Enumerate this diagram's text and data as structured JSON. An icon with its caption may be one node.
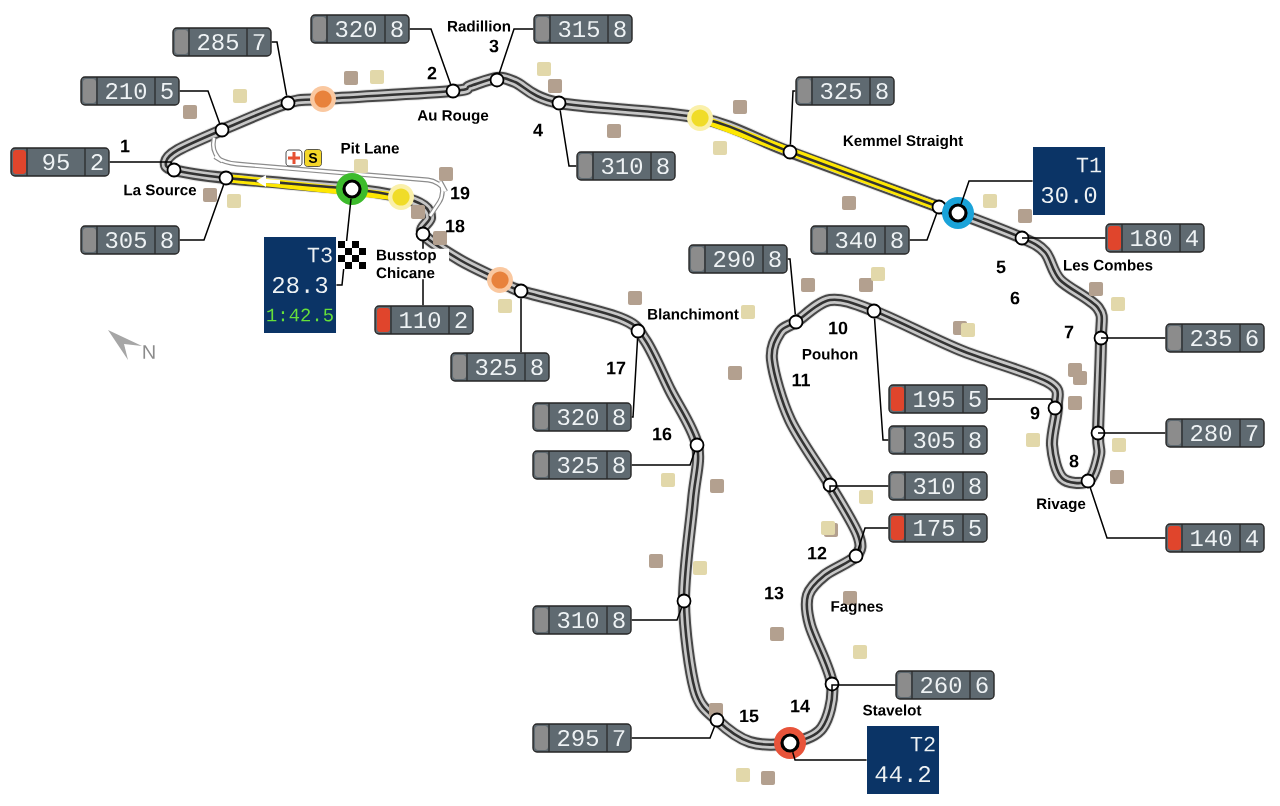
{
  "diagram": {
    "nodes": [
      {
        "text": [
          "285",
          "7"
        ]
      },
      {
        "text": [
          "320",
          "8"
        ]
      },
      {
        "text": [
          "315",
          "8"
        ]
      },
      {
        "text": [
          "210",
          "5"
        ]
      },
      {
        "text": [
          "95",
          "2"
        ]
      },
      {
        "text": [
          "305",
          "8"
        ]
      },
      {
        "text": [
          "310",
          "8"
        ]
      },
      {
        "text": [
          "325",
          "8"
        ]
      },
      {
        "text": [
          "340",
          "8"
        ]
      },
      {
        "text": [
          "180",
          "4"
        ]
      },
      {
        "text": [
          "290",
          "8"
        ]
      },
      {
        "text": [
          "110",
          "2"
        ]
      },
      {
        "text": [
          "325",
          "8"
        ]
      },
      {
        "text": [
          "320",
          "8"
        ]
      },
      {
        "text": [
          "325",
          "8"
        ]
      },
      {
        "text": [
          "235",
          "6"
        ]
      },
      {
        "text": [
          "195",
          "5"
        ]
      },
      {
        "text": [
          "305",
          "8"
        ]
      },
      {
        "text": [
          "280",
          "7"
        ]
      },
      {
        "text": [
          "310",
          "8"
        ]
      },
      {
        "text": [
          "175",
          "5"
        ]
      },
      {
        "text": [
          "140",
          "4"
        ]
      },
      {
        "text": [
          "310",
          "8"
        ]
      },
      {
        "text": [
          "260",
          "6"
        ]
      },
      {
        "text": [
          "295",
          "7"
        ]
      },
      {
        "text": [
          "T1",
          "30.0"
        ]
      },
      {
        "text": [
          "T2",
          "44.2"
        ]
      },
      {
        "text": [
          "T3",
          "28.3",
          "1:42.5"
        ]
      },
      {
        "text": [],
        "shape": "circle"
      },
      {
        "text": [],
        "shape": "circle"
      },
      {
        "text": [],
        "shape": "circle"
      },
      {
        "text": [],
        "shape": "circle"
      },
      {
        "text": [],
        "shape": "circle"
      },
      {
        "text": [],
        "shape": "circle"
      },
      {
        "text": [],
        "shape": "circle"
      },
      {
        "text": [],
        "shape": "circle"
      },
      {
        "text": [],
        "shape": "circle"
      },
      {
        "text": [],
        "shape": "circle"
      },
      {
        "text": [],
        "shape": "circle"
      },
      {
        "text": [],
        "shape": "circle"
      },
      {
        "text": [],
        "shape": "circle"
      },
      {
        "text": [],
        "shape": "circle"
      },
      {
        "text": [],
        "shape": "circle"
      },
      {
        "text": [],
        "shape": "circle"
      },
      {
        "text": [],
        "shape": "circle"
      },
      {
        "text": [],
        "shape": "circle"
      },
      {
        "text": [],
        "shape": "circle"
      },
      {
        "text": [],
        "shape": "circle"
      },
      {
        "text": [],
        "shape": "circle"
      },
      {
        "text": [],
        "shape": "circle"
      },
      {
        "text": [],
        "shape": "circle"
      },
      {
        "text": [],
        "shape": "circle"
      },
      {
        "text": [],
        "shape": "circle"
      },
      {
        "text": [],
        "shape": "circle"
      },
      {
        "text": [],
        "shape": "circle"
      },
      {
        "text": [],
        "shape": "circle"
      }
    ],
    "edges": [
      {
        "from": 0,
        "to": 28,
        "arrow": "none"
      },
      {
        "from": 1,
        "to": 29,
        "arrow": "none"
      },
      {
        "from": 2,
        "to": 30,
        "arrow": "none"
      },
      {
        "from": 3,
        "to": 31,
        "arrow": "none"
      },
      {
        "from": 4,
        "to": 32,
        "arrow": "none"
      },
      {
        "from": 5,
        "to": 33,
        "arrow": "none"
      },
      {
        "from": 6,
        "to": 34,
        "arrow": "none"
      },
      {
        "from": 7,
        "to": 35,
        "arrow": "none"
      },
      {
        "from": 8,
        "to": 36,
        "arrow": "none"
      },
      {
        "from": 9,
        "to": 37,
        "arrow": "none"
      },
      {
        "from": 10,
        "to": 38,
        "arrow": "none"
      },
      {
        "from": 11,
        "to": 39,
        "arrow": "none"
      },
      {
        "from": 12,
        "to": 40,
        "arrow": "none"
      },
      {
        "from": 13,
        "to": 41,
        "arrow": "none"
      },
      {
        "from": 14,
        "to": 42,
        "arrow": "none"
      },
      {
        "from": 15,
        "to": 43,
        "arrow": "none"
      },
      {
        "from": 16,
        "to": 44,
        "arrow": "none"
      },
      {
        "from": 17,
        "to": 45,
        "arrow": "none"
      },
      {
        "from": 18,
        "to": 46,
        "arrow": "none"
      },
      {
        "from": 19,
        "to": 47,
        "arrow": "none"
      },
      {
        "from": 20,
        "to": 48,
        "arrow": "none"
      },
      {
        "from": 21,
        "to": 49,
        "arrow": "none"
      },
      {
        "from": 22,
        "to": 50,
        "arrow": "none"
      },
      {
        "from": 23,
        "to": 51,
        "arrow": "none"
      },
      {
        "from": 24,
        "to": 52,
        "arrow": "none"
      },
      {
        "from": 25,
        "to": 53,
        "arrow": "none"
      },
      {
        "from": 26,
        "to": 54,
        "arrow": "none"
      },
      {
        "from": 27,
        "to": 55,
        "arrow": "none"
      }
    ],
    "labels": [
      "Radillion",
      "3",
      "2",
      "Au Rouge",
      "4",
      "Kemmel Straight",
      "1",
      "Pit Lane",
      "S",
      "La Source",
      "19",
      "18",
      "Busstop Chicane",
      "Les Combes",
      "5",
      "6",
      "Blanchimont",
      "10",
      "7",
      "N",
      "Pouhon",
      "17",
      "11",
      "9",
      "16",
      "8",
      "Rivage",
      "12",
      "13",
      "Fagnes",
      "Stavelot",
      "14",
      "15"
    ]
  }
}
